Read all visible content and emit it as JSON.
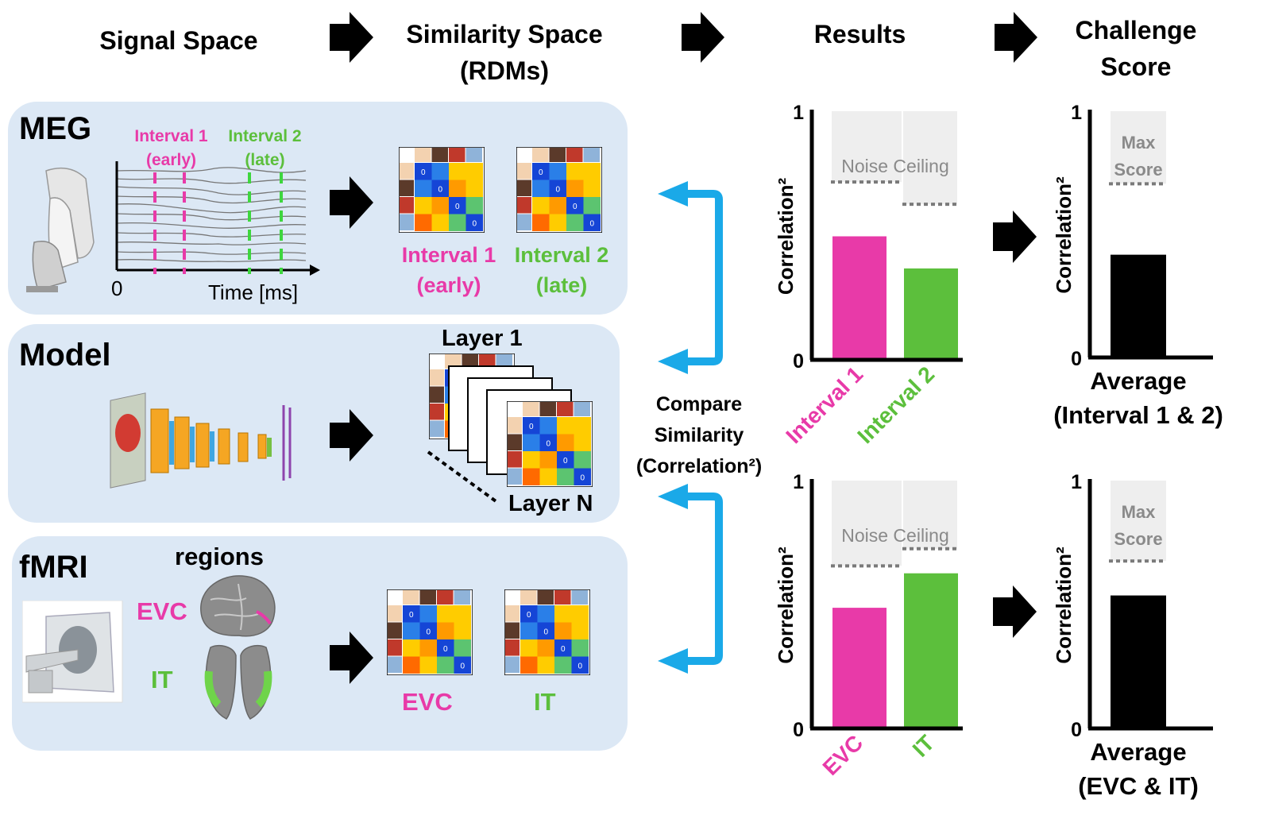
{
  "headers": {
    "signal_space": "Signal Space",
    "similarity_space_line1": "Similarity Space",
    "similarity_space_line2": "(RDMs)",
    "results": "Results",
    "challenge_line1": "Challenge",
    "challenge_line2": "Score"
  },
  "meg": {
    "title": "MEG",
    "interval1_line1": "Interval 1",
    "interval1_line2": "(early)",
    "interval2_line1": "Interval 2",
    "interval2_line2": "(late)",
    "x_origin": "0",
    "x_label": "Time [ms]",
    "rdm1_line1": "Interval 1",
    "rdm1_line2": "(early)",
    "rdm2_line1": "Interval 2",
    "rdm2_line2": "(late)"
  },
  "model": {
    "title": "Model",
    "layer_first": "Layer 1",
    "layer_last": "Layer N"
  },
  "fmri": {
    "title": "fMRI",
    "regions": "regions",
    "evc": "EVC",
    "it": "IT",
    "rdm1": "EVC",
    "rdm2": "IT"
  },
  "compare": {
    "line1": "Compare",
    "line2": "Similarity",
    "line3": "(Correlation²)"
  },
  "rdm_cell": "0",
  "colors": {
    "pink": "#e83aa8",
    "green": "#5cbf3c",
    "arrow_blue": "#1aa9e8",
    "panel_bg": "#dce8f5",
    "noise_ceiling_bg": "#eeeeee"
  },
  "chart_data": [
    {
      "type": "bar",
      "categories": [
        "Interval 1",
        "Interval 2"
      ],
      "values": [
        0.5,
        0.37
      ],
      "noise_ceiling": [
        0.72,
        0.63
      ],
      "ylabel": "Correlation²",
      "ylim": [
        0,
        1
      ],
      "yticks": [
        "0",
        "1"
      ],
      "ceiling_label": "Noise Ceiling"
    },
    {
      "type": "bar",
      "categories": [
        "Average (Interval 1 & 2)"
      ],
      "values": [
        0.42
      ],
      "noise_ceiling": [
        0.71
      ],
      "ylabel": "Correlation²",
      "ylim": [
        0,
        1
      ],
      "yticks": [
        "0",
        "1"
      ],
      "ceiling_label": "Max Score",
      "xlabel_line1": "Average",
      "xlabel_line2": "(Interval 1 & 2)"
    },
    {
      "type": "bar",
      "categories": [
        "EVC",
        "IT"
      ],
      "values": [
        0.49,
        0.63
      ],
      "noise_ceiling": [
        0.66,
        0.73
      ],
      "ylabel": "Correlation²",
      "ylim": [
        0,
        1
      ],
      "yticks": [
        "0",
        "1"
      ],
      "ceiling_label": "Noise Ceiling"
    },
    {
      "type": "bar",
      "categories": [
        "Average (EVC & IT)"
      ],
      "values": [
        0.54
      ],
      "noise_ceiling": [
        0.68
      ],
      "ylabel": "Correlation²",
      "ylim": [
        0,
        1
      ],
      "yticks": [
        "0",
        "1"
      ],
      "ceiling_label": "Max Score",
      "xlabel_line1": "Average",
      "xlabel_line2": "(EVC & IT)"
    }
  ]
}
